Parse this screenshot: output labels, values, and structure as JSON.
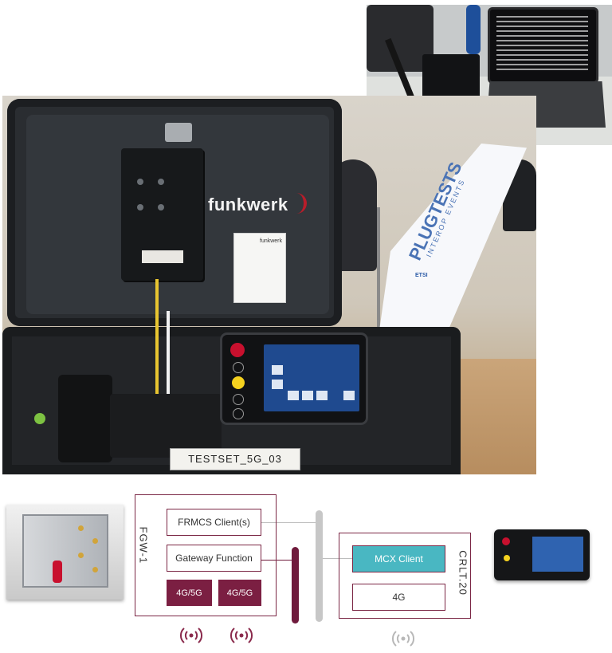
{
  "photo_case": {
    "brand_text": "funkwerk",
    "card_brand": "funkwerk",
    "plate_text": "TESTSET_5G_03",
    "banner_text": "PLUGTESTS",
    "banner_sub": "INTEROP EVENTS",
    "banner_logo": "ETSI"
  },
  "diagram": {
    "fgw_label": "FGW-1",
    "crlt_label": "CRLT.20",
    "frmcs_client": "FRMCS Client(s)",
    "gateway_function": "Gateway Function",
    "radio_a": "4G/5G",
    "radio_b": "4G/5G",
    "mcx_client": "MCX Client",
    "radio_4g": "4G"
  },
  "colors": {
    "maroon": "#7b1f42",
    "teal": "#49b7c2",
    "gray_bar": "#c7c7c7",
    "wave_maroon": "#8a2a4c",
    "wave_gray": "#b8b8b8"
  },
  "icons": [
    "wireless-signal-icon",
    "wireless-signal-icon",
    "wireless-signal-icon"
  ]
}
